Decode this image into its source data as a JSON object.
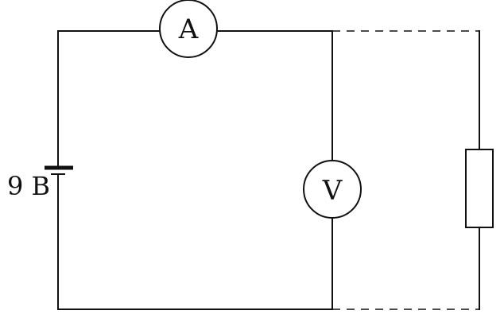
{
  "diagram": {
    "battery": {
      "label": "9 B"
    },
    "ammeter": {
      "symbol": "A"
    },
    "voltmeter": {
      "symbol": "V"
    },
    "colors": {
      "line": "#111111",
      "background": "#ffffff"
    }
  }
}
